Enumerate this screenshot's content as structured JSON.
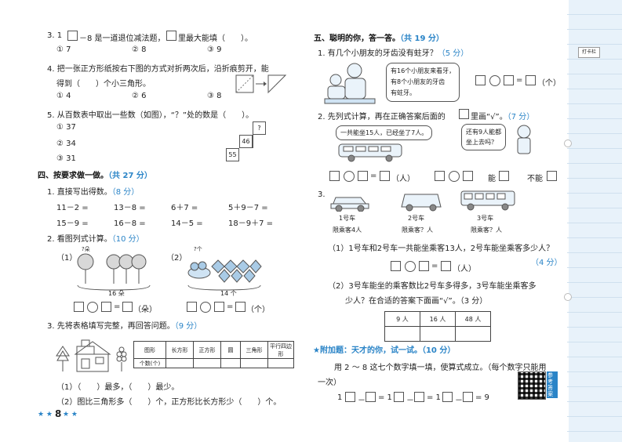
{
  "left": {
    "q3": {
      "text_a": "3. 1",
      "text_b": "－8 是一道退位减法题，",
      "text_c": "里最大能填（　　）。",
      "options": [
        "① 7",
        "② 8",
        "③ 9"
      ]
    },
    "q4": {
      "line1": "4. 把一张正方形纸按右下图的方式对折两次后，沿折痕剪开，能",
      "line2": "得到（　　）个小三角形。",
      "options": [
        "① 4",
        "② 6",
        "③ 8"
      ]
    },
    "q5": {
      "line1": "5. 从百数表中取出一些数（如图），“？”处的数是（　　）。",
      "options": [
        "① 37",
        "② 34",
        "③ 31"
      ],
      "grid_labels": [
        "?",
        "46",
        "55"
      ]
    },
    "section4": {
      "title": "四、按要求做一做。",
      "points": "（共 27 分）"
    },
    "p1": {
      "title": "1. 直接写出得数。",
      "points": "（8 分）",
      "items": [
        "11－2 =",
        "13－8 =",
        "6＋7 =",
        "5＋9－7 =",
        "15－9 =",
        "16－8 =",
        "14－5 =",
        "18－9＋7 ="
      ]
    },
    "p2": {
      "title": "2. 看图列式计算。",
      "points": "（10 分）",
      "sub1": {
        "label": "（1）",
        "top": "?朵",
        "bottom": "16 朵",
        "unit": "（朵）"
      },
      "sub2": {
        "label": "（2）",
        "top": "?个",
        "bottom": "14 个",
        "unit": "（个）"
      }
    },
    "p3": {
      "title": "3. 先将表格填写完整，再回答问题。",
      "points": "（9 分）",
      "table_headers": [
        "图形",
        "长方形",
        "正方形",
        "圆",
        "三角形",
        "平行四边形"
      ],
      "row_label": "个数(个)",
      "q1": "（1）（　　）最多，（　　）最少。",
      "q2": "（2）图比三角形多（　　）个，正方形比长方形少（　　）个。"
    },
    "page_number": "8"
  },
  "right": {
    "section5": {
      "title": "五、聪明的你，答一答。",
      "points": "（共 19 分）"
    },
    "r1": {
      "title": "1. 有几个小朋友的牙齿没有蛀牙？",
      "points": "（5 分）",
      "bubble": [
        "有16个小朋友来看牙，",
        "有8个小朋友的牙齿",
        "有蛀牙。"
      ],
      "unit": "（个）"
    },
    "r2": {
      "title": "2. 先列式计算，再在正确答案后面的",
      "title_b": "里画“√”。",
      "points": "（7 分）",
      "bubble1": "一共能坐15人，已经坐了7人。",
      "bubble2": [
        "还有9人能都",
        "坐上去吗？"
      ],
      "unit": "（人）",
      "yes": "能",
      "no": "不能"
    },
    "r3": {
      "title": "3.",
      "cars": [
        {
          "name": "1号车",
          "cap": "限乘客4人"
        },
        {
          "name": "2号车",
          "cap": "限乘客？人"
        },
        {
          "name": "3号车",
          "cap": "限乘客？人"
        }
      ],
      "q1": "（1）1号车和2号车一共能坐乘客13人，2号车能坐乘客多少人？",
      "q1_points": "（4 分）",
      "q1_unit": "（人）",
      "q2a": "（2）3号车能坐的乘客数比2号车多得多，3号车能坐乘客多",
      "q2b": "少人？在合适的答案下面画“√”。（3 分）",
      "options": [
        "9 人",
        "16 人",
        "48 人"
      ]
    },
    "bonus": {
      "title": "★附加题：天才的你，试一试。",
      "points": "（10 分）",
      "line1": "用 2 ～ 8 这七个数字填一填，使算式成立。（每个数字只能用",
      "line2": "一次）",
      "equation": [
        "1",
        "－",
        "= 1",
        "－",
        "= 1",
        "－",
        "= 9"
      ],
      "qr_label": "参考答案"
    },
    "tab_label": "打卡栏"
  }
}
